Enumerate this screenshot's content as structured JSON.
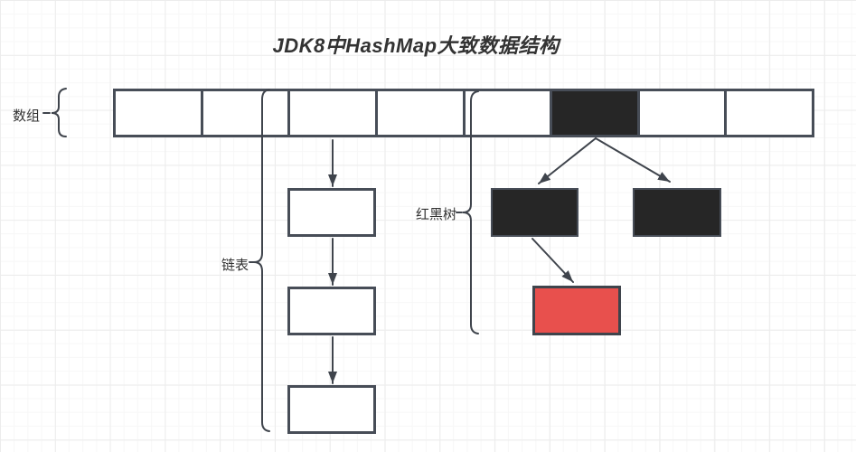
{
  "title": "JDK8中HashMap大致数据结构",
  "labels": {
    "array": "数组",
    "linked_list": "链表",
    "red_black_tree": "红黑树"
  },
  "colors": {
    "background": "#ffffff",
    "grid_minor": "#f7f7f7",
    "grid_major": "#ececec",
    "stroke": "#474d57",
    "line": "#3f444c",
    "node_black": "#262626",
    "node_red": "#e8504d",
    "text": "#333333"
  },
  "array": {
    "cell_count": 8,
    "treeified_cell_index": 5,
    "linked_list_cell_index": 2
  },
  "linked_list": {
    "node_count": 3
  },
  "red_black_tree": {
    "black_node_count": 2,
    "red_node_count": 1
  }
}
